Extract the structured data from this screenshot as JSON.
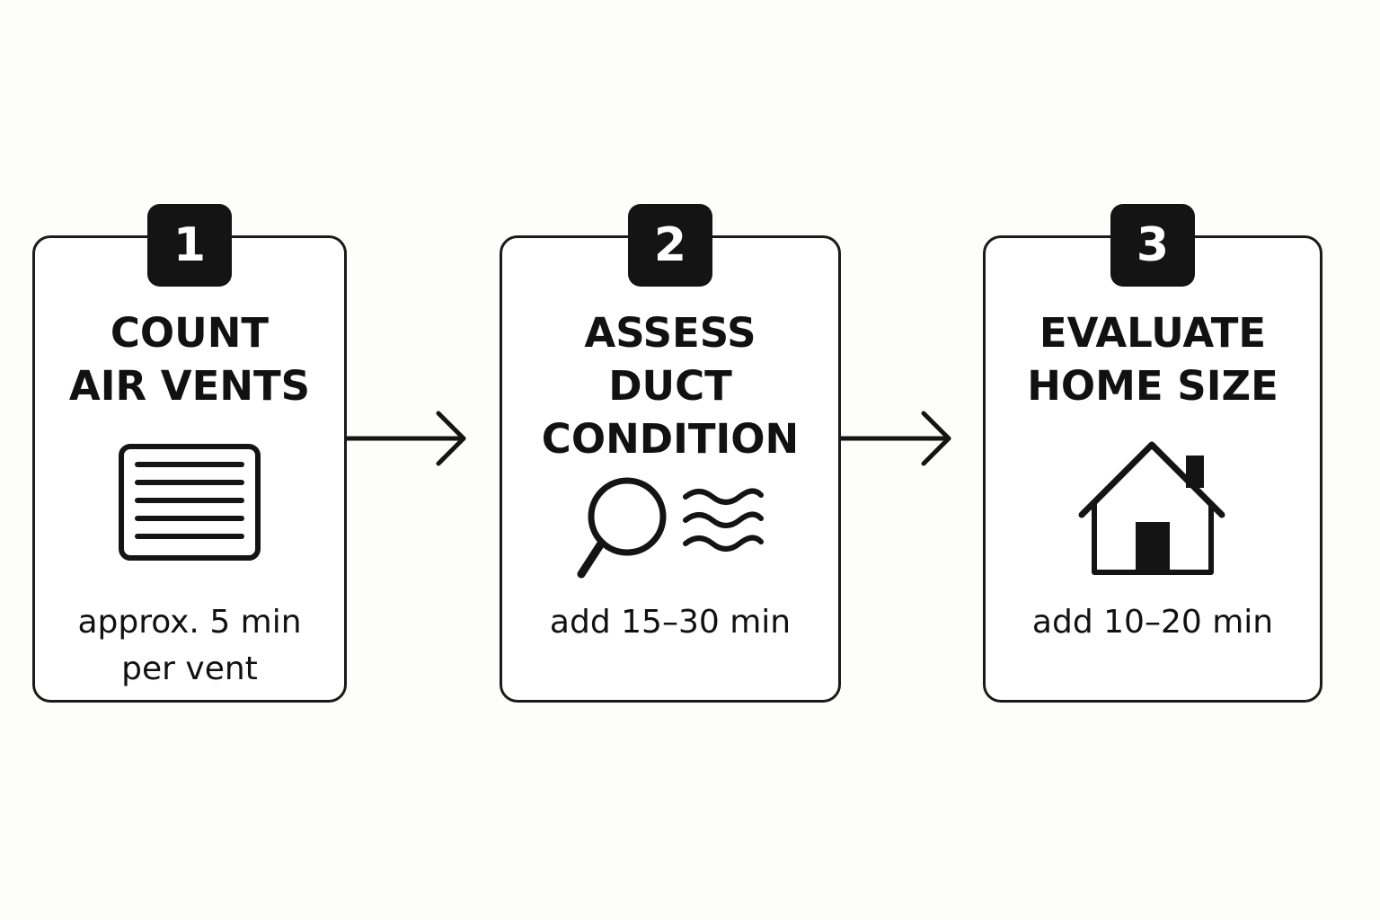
{
  "steps": [
    {
      "number": "1",
      "title_lines": [
        "COUNT",
        "AIR VENTS"
      ],
      "icon": "air-vent-icon",
      "caption_lines": [
        "approx. 5 min",
        "per vent"
      ]
    },
    {
      "number": "2",
      "title_lines": [
        "ASSESS",
        "DUCT",
        "CONDITION"
      ],
      "icon": "magnifier-airflow-icon",
      "caption_lines": [
        "add 15–30 min"
      ]
    },
    {
      "number": "3",
      "title_lines": [
        "EVALUATE",
        "HOME SIZE"
      ],
      "icon": "house-icon",
      "caption_lines": [
        "add 10–20 min"
      ]
    }
  ],
  "colors": {
    "ink": "#141414",
    "background": "#fdfdfb",
    "card": "#ffffff"
  }
}
